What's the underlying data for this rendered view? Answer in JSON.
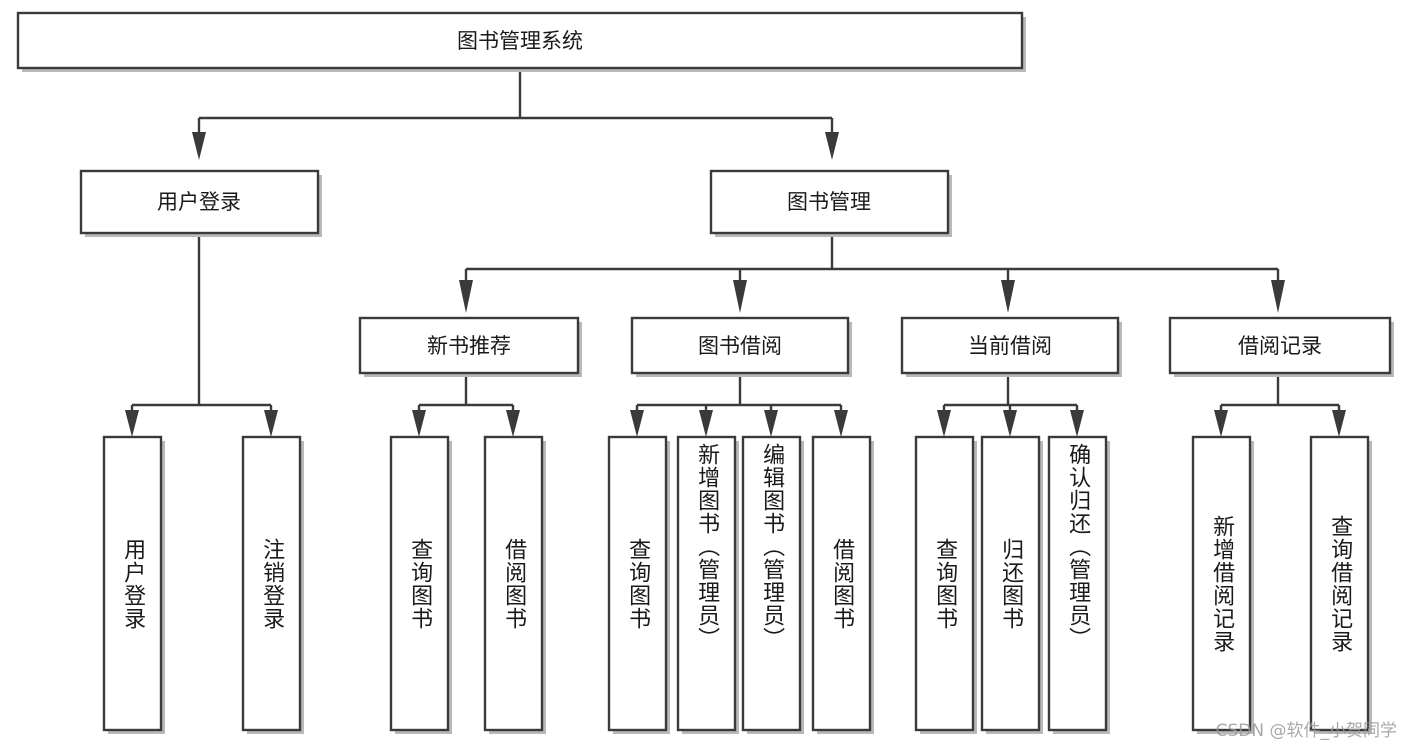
{
  "diagram": {
    "title": "图书管理系统",
    "watermark": "CSDN @软件_小贺同学",
    "colors": {
      "stroke": "#3a3a3a",
      "fill": "#ffffff",
      "text": "#1a1a1a",
      "shadow": "#b9b9b9",
      "watermark": "#9a9a9a"
    },
    "root": {
      "label": "图书管理系统"
    },
    "level1": [
      {
        "label": "用户登录"
      },
      {
        "label": "图书管理"
      }
    ],
    "level2": [
      {
        "label": "新书推荐"
      },
      {
        "label": "图书借阅"
      },
      {
        "label": "当前借阅"
      },
      {
        "label": "借阅记录"
      }
    ],
    "leaves": {
      "user_login": [
        {
          "label": "用户登录"
        },
        {
          "label": "注销登录"
        }
      ],
      "new_book_recommend": [
        {
          "label": "查询图书"
        },
        {
          "label": "借阅图书"
        }
      ],
      "book_borrow": [
        {
          "label": "查询图书"
        },
        {
          "label": "新增图书（管理员）"
        },
        {
          "label": "编辑图书（管理员）"
        },
        {
          "label": "借阅图书"
        }
      ],
      "current_borrow": [
        {
          "label": "查询图书"
        },
        {
          "label": "归还图书"
        },
        {
          "label": "确认归还（管理员）"
        }
      ],
      "borrow_record": [
        {
          "label": "新增借阅记录"
        },
        {
          "label": "查询借阅记录"
        }
      ]
    }
  }
}
